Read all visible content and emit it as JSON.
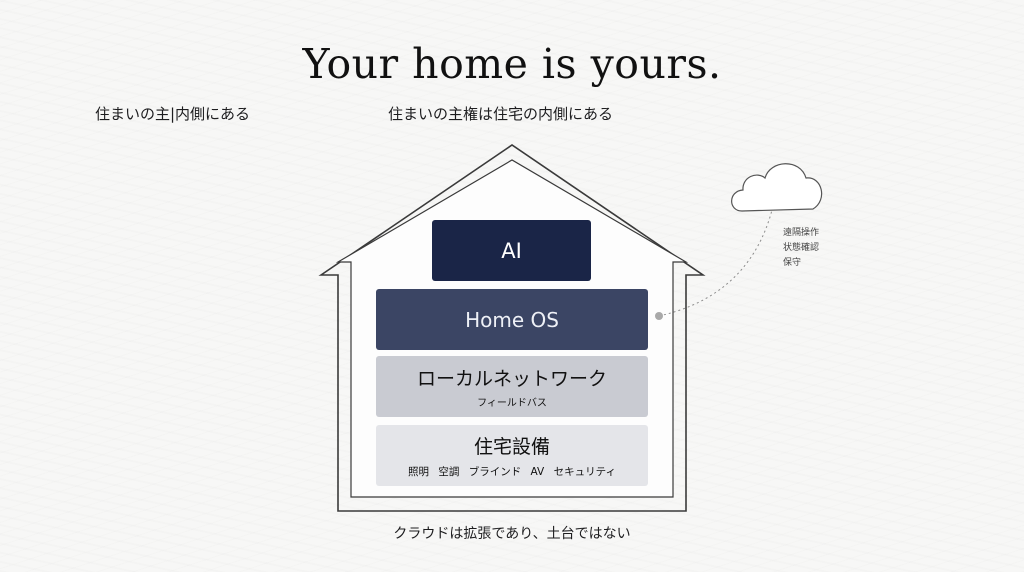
{
  "title": "Your home is yours.",
  "subtitle_left": "住まいの主|内側にある",
  "subtitle_right": "住まいの主権は住宅の内側にある",
  "layers": {
    "ai": {
      "label": "AI"
    },
    "home_os": {
      "label": "Home OS"
    },
    "local_network": {
      "label": "ローカルネットワーク",
      "sub": "フィールドバス"
    },
    "equipment": {
      "label": "住宅設備",
      "sub": "照明 空調 ブラインド AV セキュリティ"
    }
  },
  "cloud": {
    "icon": "cloud-icon",
    "lines": [
      "遠隔操作",
      "状態確認",
      "保守"
    ]
  },
  "footer": "クラウドは拡張であり、土台ではない",
  "colors": {
    "ai": "#1a2547",
    "home_os": "#3b4564",
    "local_network": "#c9cbd2",
    "equipment": "#e4e5e9"
  }
}
